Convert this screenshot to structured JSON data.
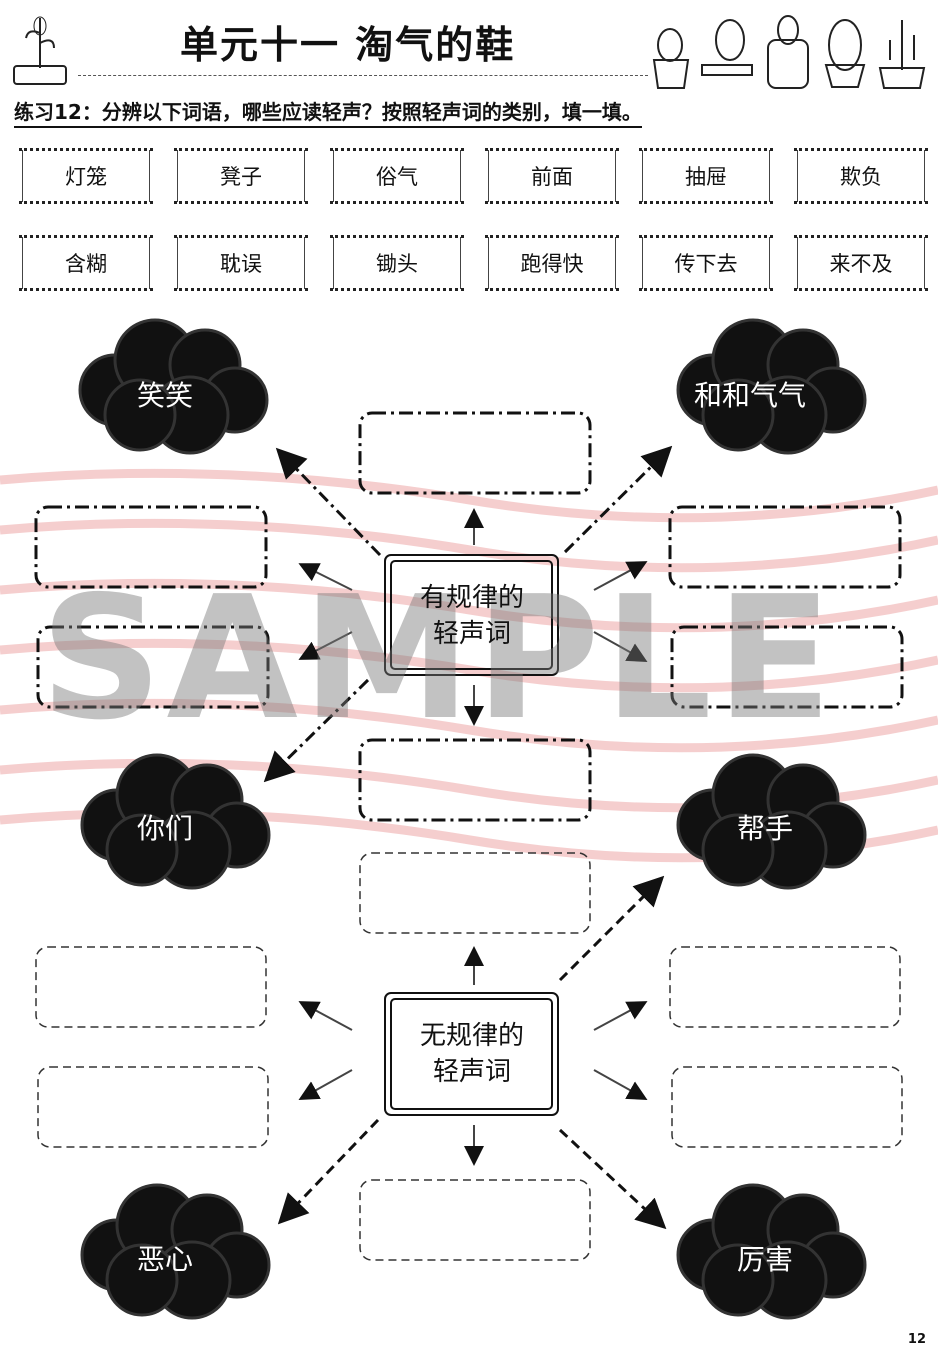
{
  "header": {
    "title": "单元十一  淘气的鞋",
    "instruction": "练习12：分辨以下词语，哪些应读轻声？按照轻声词的类别，填一填。"
  },
  "words": [
    "灯笼",
    "凳子",
    "俗气",
    "前面",
    "抽屉",
    "欺负",
    "含糊",
    "耽误",
    "锄头",
    "跑得快",
    "传下去",
    "来不及"
  ],
  "regular": {
    "label_line1": "有规律的",
    "label_line2": "轻声词",
    "examples": [
      "笑笑",
      "和和气气",
      "你们",
      "帮手"
    ]
  },
  "irregular": {
    "label_line1": "无规律的",
    "label_line2": "轻声词",
    "examples": [
      "恶心",
      "厉害"
    ]
  },
  "watermark": "SAMPLE",
  "page_number": "12"
}
